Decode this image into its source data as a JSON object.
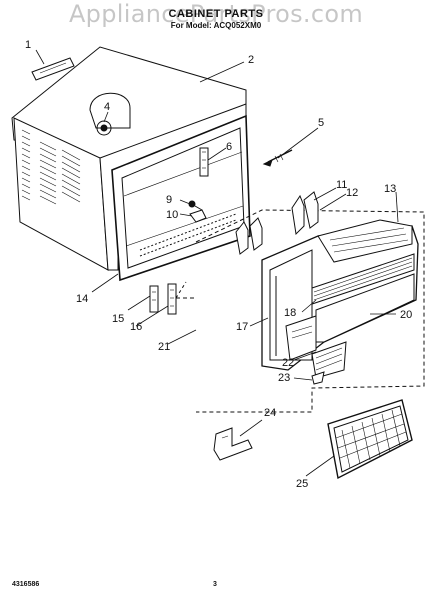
{
  "header": {
    "title": "CABINET PARTS",
    "subtitle": "For Model: ACQ052XM0",
    "watermark": "AppliancePartsPros.com"
  },
  "callouts": [
    "1",
    "2",
    "4",
    "5",
    "6",
    "9",
    "10",
    "11",
    "12",
    "13",
    "14",
    "15",
    "16",
    "17",
    "18",
    "20",
    "21",
    "22",
    "23",
    "24",
    "25"
  ],
  "footer": {
    "doc_number": "4316586",
    "page_number": "3"
  }
}
